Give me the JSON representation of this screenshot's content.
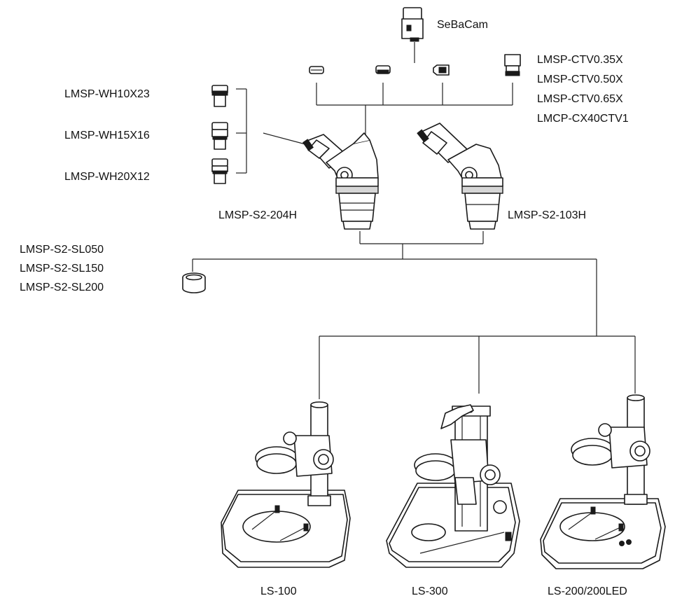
{
  "camera": {
    "label": "SeBaCam"
  },
  "adapters": {
    "labels": [
      "LMSP-CTV0.35X",
      "LMSP-CTV0.50X",
      "LMSP-CTV0.65X",
      "LMCP-CX40CTV1"
    ]
  },
  "eyepieces": {
    "labels": [
      "LMSP-WH10X23",
      "LMSP-WH15X16",
      "LMSP-WH20X12"
    ]
  },
  "heads": {
    "left_label": "LMSP-S2-204H",
    "right_label": "LMSP-S2-103H"
  },
  "lenses": {
    "labels": [
      "LMSP-S2-SL050",
      "LMSP-S2-SL150",
      "LMSP-S2-SL200"
    ]
  },
  "stands": {
    "labels": [
      "LS-100",
      "LS-300",
      "LS-200/200LED"
    ]
  }
}
